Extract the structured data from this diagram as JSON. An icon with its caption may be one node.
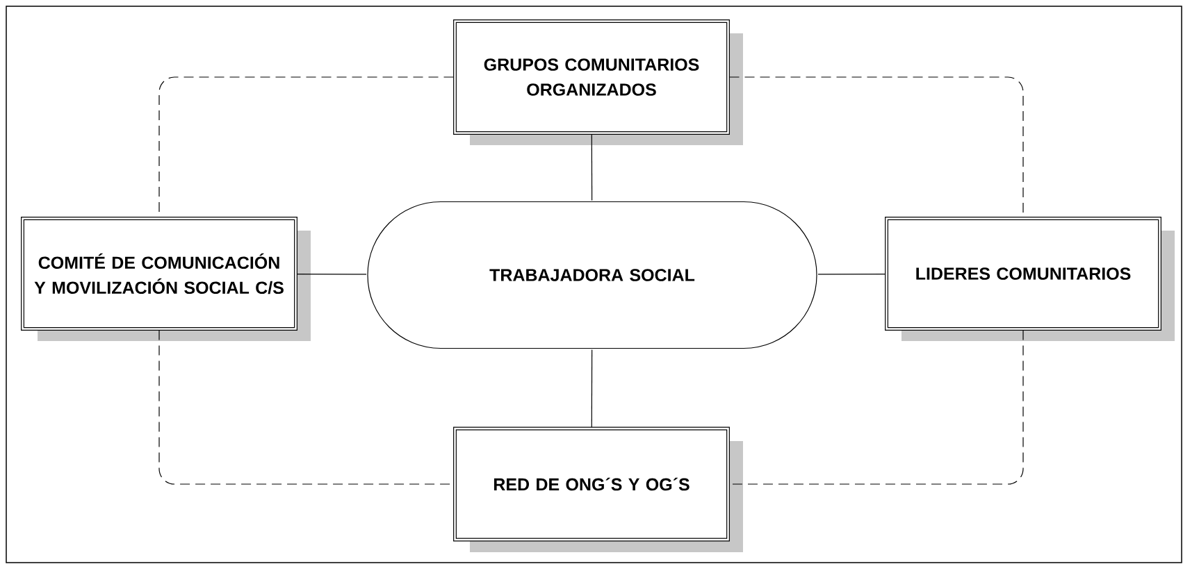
{
  "diagram": {
    "nodes": [
      {
        "text": [
          "GRUPOS COMUNITARIOS ORGANIZADOS"
        ]
      },
      {
        "text": [
          "COMITÉ DE COMUNICACIÓN Y MOVILIZACIÓN SOCIAL C/S"
        ]
      },
      {
        "text": [
          "TRABAJADORA SOCIAL"
        ]
      },
      {
        "text": [
          "LIDERES COMUNITARIOS"
        ]
      },
      {
        "text": [
          "RED DE ONG´S Y OG´S"
        ]
      }
    ],
    "edges": [
      {
        "from": 0,
        "to": 2,
        "arrow": "none"
      },
      {
        "from": 1,
        "to": 2,
        "arrow": "none"
      },
      {
        "from": 2,
        "to": 3,
        "arrow": "none"
      },
      {
        "from": 2,
        "to": 4,
        "arrow": "none"
      },
      {
        "from": 0,
        "to": 1,
        "arrow": "none",
        "style": "dashed"
      },
      {
        "from": 0,
        "to": 3,
        "arrow": "none",
        "style": "dashed"
      },
      {
        "from": 1,
        "to": 4,
        "arrow": "none",
        "style": "dashed"
      },
      {
        "from": 3,
        "to": 4,
        "arrow": "none",
        "style": "dashed"
      }
    ]
  }
}
